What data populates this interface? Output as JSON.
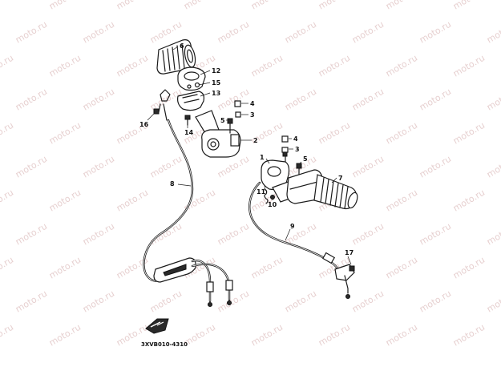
{
  "diagram": {
    "code": "3XVB010-4310",
    "watermark_text": "moto.ru",
    "colors": {
      "line": "#1a1a1a",
      "watermark": "#d2a8a8",
      "background": "#ffffff"
    },
    "callouts": [
      {
        "id": "c6",
        "label": "6"
      },
      {
        "id": "c12",
        "label": "12"
      },
      {
        "id": "c15",
        "label": "15"
      },
      {
        "id": "c13",
        "label": "13"
      },
      {
        "id": "c16",
        "label": "16"
      },
      {
        "id": "c14",
        "label": "14"
      },
      {
        "id": "c4a",
        "label": "4"
      },
      {
        "id": "c3a",
        "label": "3"
      },
      {
        "id": "c5a",
        "label": "5"
      },
      {
        "id": "c2",
        "label": "2"
      },
      {
        "id": "c4b",
        "label": "4"
      },
      {
        "id": "c3b",
        "label": "3"
      },
      {
        "id": "c1",
        "label": "1"
      },
      {
        "id": "c5b",
        "label": "5"
      },
      {
        "id": "c7",
        "label": "7"
      },
      {
        "id": "c8",
        "label": "8"
      },
      {
        "id": "c11",
        "label": "11"
      },
      {
        "id": "c10",
        "label": "10"
      },
      {
        "id": "c9",
        "label": "9"
      },
      {
        "id": "c17",
        "label": "17"
      }
    ]
  }
}
